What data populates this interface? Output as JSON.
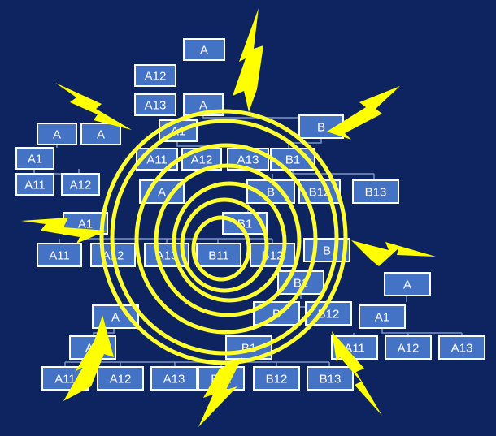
{
  "colors": {
    "background": "#0d2461",
    "node_fill": "#4472c4",
    "node_border": "#ffffff",
    "node_text": "#ffffff",
    "connector": "#7f95c8",
    "burst": "#ffff00"
  },
  "nodes": [
    {
      "label": "A"
    },
    {
      "label": "A12"
    },
    {
      "label": "A13"
    },
    {
      "label": "A"
    },
    {
      "label": "A"
    },
    {
      "label": "A"
    },
    {
      "label": "A1"
    },
    {
      "label": "B"
    },
    {
      "label": "A1"
    },
    {
      "label": "A11"
    },
    {
      "label": "A12"
    },
    {
      "label": "A11"
    },
    {
      "label": "A12"
    },
    {
      "label": "A13"
    },
    {
      "label": "B1"
    },
    {
      "label": "A"
    },
    {
      "label": "B"
    },
    {
      "label": "B12"
    },
    {
      "label": "B13"
    },
    {
      "label": "A1"
    },
    {
      "label": "B1"
    },
    {
      "label": "A11"
    },
    {
      "label": "A12"
    },
    {
      "label": "A13"
    },
    {
      "label": "B11"
    },
    {
      "label": "B12"
    },
    {
      "label": "B"
    },
    {
      "label": "B1"
    },
    {
      "label": "A"
    },
    {
      "label": "A"
    },
    {
      "label": "B"
    },
    {
      "label": "B12"
    },
    {
      "label": "A1"
    },
    {
      "label": "A1"
    },
    {
      "label": "B1"
    },
    {
      "label": "A11"
    },
    {
      "label": "A12"
    },
    {
      "label": "A13"
    },
    {
      "label": "A11"
    },
    {
      "label": "A12"
    },
    {
      "label": "A13"
    },
    {
      "label": "B11"
    },
    {
      "label": "B12"
    },
    {
      "label": "B13"
    }
  ]
}
